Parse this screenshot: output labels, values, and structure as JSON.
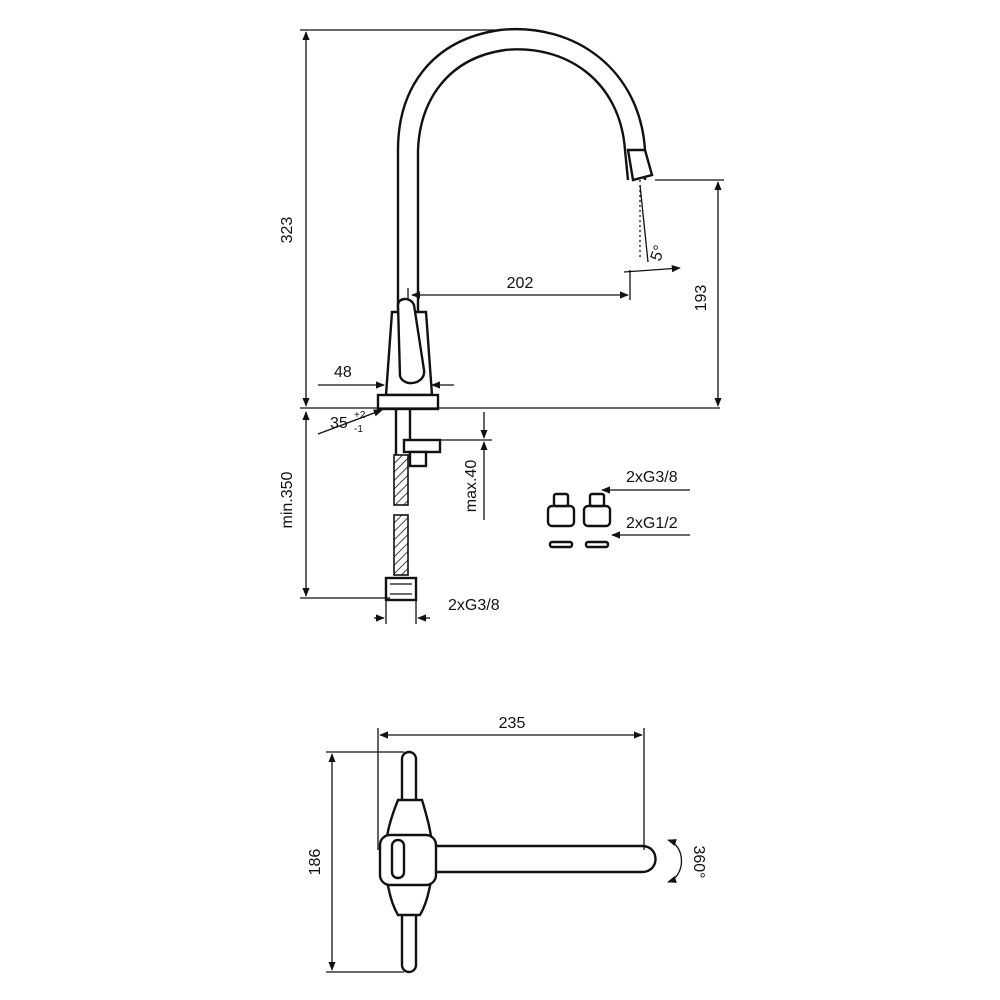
{
  "dimensions": {
    "total_height": "323",
    "spout_reach": "202",
    "spout_angle": "5°",
    "outlet_height": "193",
    "body_width": "48",
    "hole_diameter": "35",
    "hole_tol_plus": "+2",
    "hole_tol_minus": "-1",
    "hose_length": "min.350",
    "counter_thickness": "max.40",
    "hose_thread": "2xG3/8",
    "fitting_thread_a": "2xG3/8",
    "fitting_thread_b": "2xG1/2",
    "plan_length": "235",
    "plan_width": "186",
    "rotation": "360°"
  }
}
